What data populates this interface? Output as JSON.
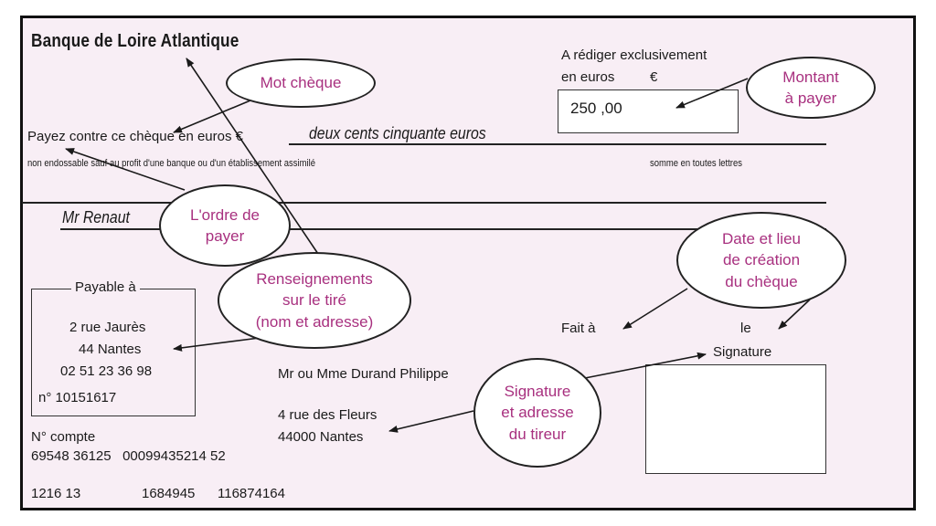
{
  "cheque": {
    "bank_name": "Banque de Loire Atlantique",
    "euro_notice_line1": "A rédiger exclusivement",
    "euro_notice_line2": "en euros",
    "euro_symbol": "€",
    "amount_value": "250 ,00",
    "pay_line_label": "Payez contre ce chèque en euros €",
    "amount_in_words": "deux cents cinquante euros",
    "non_endorsable_text": "non endossable sauf au profit d'une banque ou d'un établissement assimilé",
    "words_caption": "somme en toutes lettres",
    "payee": "Mr Renaut",
    "payable_caption": "Payable à",
    "bank_address_line1": "2 rue Jaurès",
    "bank_address_line2": "44 Nantes",
    "bank_phone": "02 51 23 36 98",
    "bank_number": "n° 10151617",
    "account_label": "N° compte",
    "account_number": "69548 36125   00099435214 52",
    "fait_a_label": "Fait à",
    "le_label": "le",
    "signature_label": "Signature",
    "drawer_name": "Mr ou Mme Durand Philippe",
    "drawer_address_line1": "4 rue des Fleurs",
    "drawer_address_line2": "44000 Nantes",
    "micr_code_1": "1216 13",
    "micr_code_2": "1684945",
    "micr_code_3": "116874164"
  },
  "annotations": {
    "mot_cheque": "Mot chèque",
    "montant": "Montant\nà payer",
    "ordre_de_payer": "L'ordre de\npayer",
    "renseignements_tire": "Renseignements\nsur le tiré\n(nom et adresse)",
    "date_lieu": "Date et lieu\nde création\ndu chèque",
    "signature_tireur": "Signature\net adresse\ndu tireur"
  },
  "colors": {
    "cheque_background": "#f8eef5",
    "annotation_text": "#a8307f",
    "ink": "#1a1a1a"
  }
}
